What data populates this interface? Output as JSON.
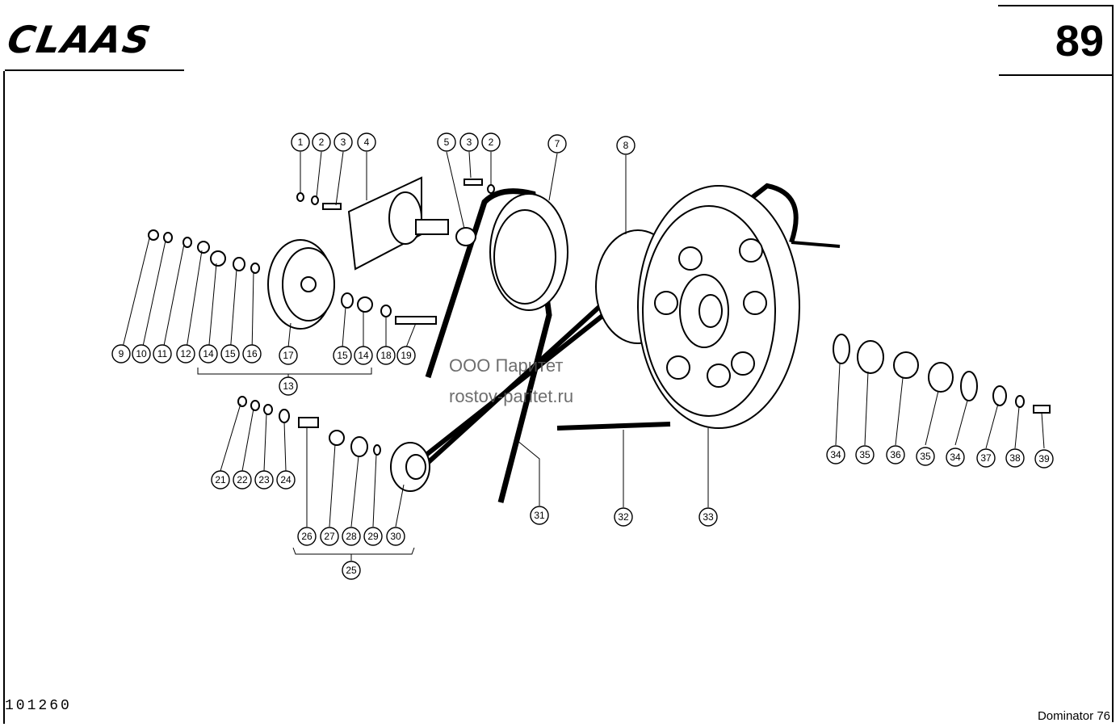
{
  "header": {
    "brand": "CLAAS",
    "page_number": "89"
  },
  "footer": {
    "doc_code": "101260",
    "model": "Dominator 76"
  },
  "watermark": {
    "line1": "ООО Паритет",
    "line2": "rostov-paritet.ru"
  },
  "callouts": [
    {
      "label": "1"
    },
    {
      "label": "2"
    },
    {
      "label": "3"
    },
    {
      "label": "4"
    },
    {
      "label": "5"
    },
    {
      "label": "3"
    },
    {
      "label": "2"
    },
    {
      "label": "7"
    },
    {
      "label": "8"
    },
    {
      "label": "9"
    },
    {
      "label": "10"
    },
    {
      "label": "11"
    },
    {
      "label": "12"
    },
    {
      "label": "14"
    },
    {
      "label": "15"
    },
    {
      "label": "16"
    },
    {
      "label": "17"
    },
    {
      "label": "15"
    },
    {
      "label": "14"
    },
    {
      "label": "18"
    },
    {
      "label": "19"
    },
    {
      "label": "13"
    },
    {
      "label": "21"
    },
    {
      "label": "22"
    },
    {
      "label": "23"
    },
    {
      "label": "24"
    },
    {
      "label": "26"
    },
    {
      "label": "27"
    },
    {
      "label": "28"
    },
    {
      "label": "29"
    },
    {
      "label": "30"
    },
    {
      "label": "25"
    },
    {
      "label": "31"
    },
    {
      "label": "32"
    },
    {
      "label": "33"
    },
    {
      "label": "34"
    },
    {
      "label": "35"
    },
    {
      "label": "36"
    },
    {
      "label": "35"
    },
    {
      "label": "34"
    },
    {
      "label": "37"
    },
    {
      "label": "38"
    },
    {
      "label": "39"
    }
  ]
}
